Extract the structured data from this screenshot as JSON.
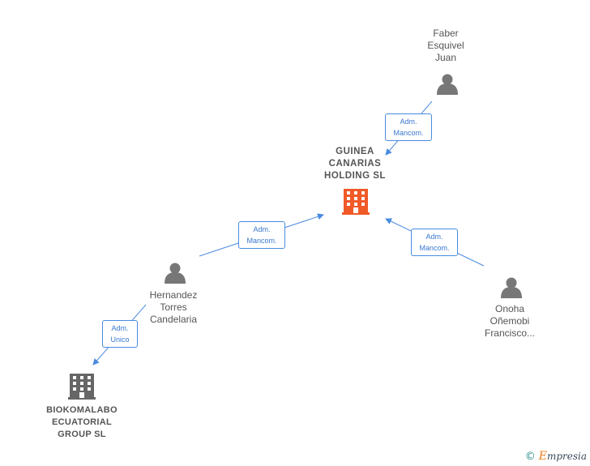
{
  "nodes": {
    "guinea": {
      "label_lines": [
        "GUINEA",
        "CANARIAS",
        "HOLDING SL"
      ],
      "icon": "building-icon",
      "color": "#f05a28"
    },
    "faber": {
      "label_lines": [
        "Faber",
        "Esquivel",
        "Juan"
      ],
      "icon": "person-icon"
    },
    "hernandez": {
      "label_lines": [
        "Hernandez",
        "Torres",
        "Candelaria"
      ],
      "icon": "person-icon"
    },
    "onoha": {
      "label_lines": [
        "Onoha",
        "Oñemobi",
        "Francisco..."
      ],
      "icon": "person-icon"
    },
    "biokomalabo": {
      "label_lines": [
        "BIOKOMALABO",
        "ECUATORIAL",
        "GROUP SL"
      ],
      "icon": "building-icon",
      "color": "#666666"
    }
  },
  "edges": {
    "faber_guinea": {
      "line1": "Adm.",
      "line2": "Mancom."
    },
    "hernandez_guinea": {
      "line1": "Adm.",
      "line2": "Mancom."
    },
    "onoha_guinea": {
      "line1": "Adm.",
      "line2": "Mancom."
    },
    "hernandez_biokomalabo": {
      "line1": "Adm.",
      "line2": "Unico"
    }
  },
  "colors": {
    "edge": "#4a8be0",
    "person": "#777777",
    "text": "#555555"
  },
  "footer": {
    "copyright": "©",
    "brand_initial": "E",
    "brand_rest": "mpresia"
  }
}
